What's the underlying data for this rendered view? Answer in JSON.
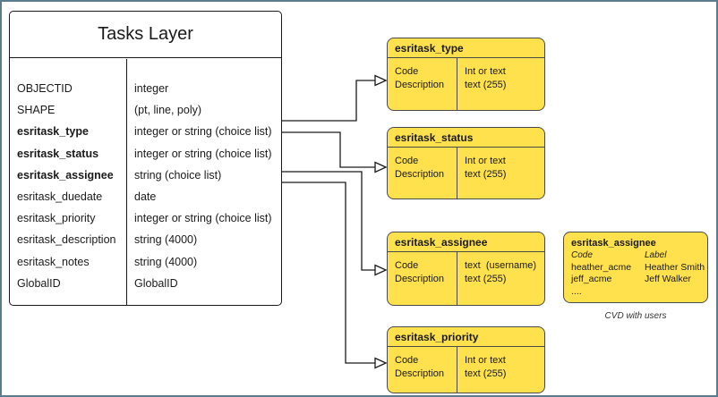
{
  "frame": {
    "border_color": "#5b7b8e",
    "background": "#ffffff",
    "box_fill": "#ffe14d"
  },
  "tasks_layer": {
    "title": "Tasks Layer",
    "rows": [
      {
        "field": "OBJECTID",
        "type": "integer"
      },
      {
        "field": "SHAPE",
        "type": "(pt, line, poly)"
      },
      {
        "field": "esritask_type",
        "type": "integer or string (choice list)"
      },
      {
        "field": "esritask_status",
        "type": "integer or string (choice list)"
      },
      {
        "field": "esritask_assignee",
        "type": "string (choice list)"
      },
      {
        "field": "esritask_duedate",
        "type": "date"
      },
      {
        "field": "esritask_priority",
        "type": "integer or string (choice list)"
      },
      {
        "field": "esritask_description",
        "type": "string (4000)"
      },
      {
        "field": "esritask_notes",
        "type": "string (4000)"
      },
      {
        "field": "GlobalID",
        "type": "GlobalID"
      }
    ]
  },
  "domain_boxes": [
    {
      "title": "esritask_type",
      "left": [
        "Code",
        "Description"
      ],
      "right": [
        "Int or text",
        "text (255)"
      ]
    },
    {
      "title": "esritask_status",
      "left": [
        "Code",
        "Description"
      ],
      "right": [
        "Int or text",
        "text (255)"
      ]
    },
    {
      "title": "esritask_assignee",
      "left": [
        "Code",
        "Description"
      ],
      "right": [
        "text  (username)",
        "text (255)"
      ]
    },
    {
      "title": "esritask_priority",
      "left": [
        "Code",
        "Description"
      ],
      "right": [
        "Int or text",
        "text (255)"
      ]
    }
  ],
  "cvd_box": {
    "title": "esritask_assignee",
    "col_headers": [
      "Code",
      "Label"
    ],
    "rows": [
      [
        "heather_acme",
        "Heather Smith"
      ],
      [
        "jeff_acme",
        "Jeff Walker"
      ]
    ],
    "ellipsis": "....",
    "caption": "CVD with users"
  }
}
